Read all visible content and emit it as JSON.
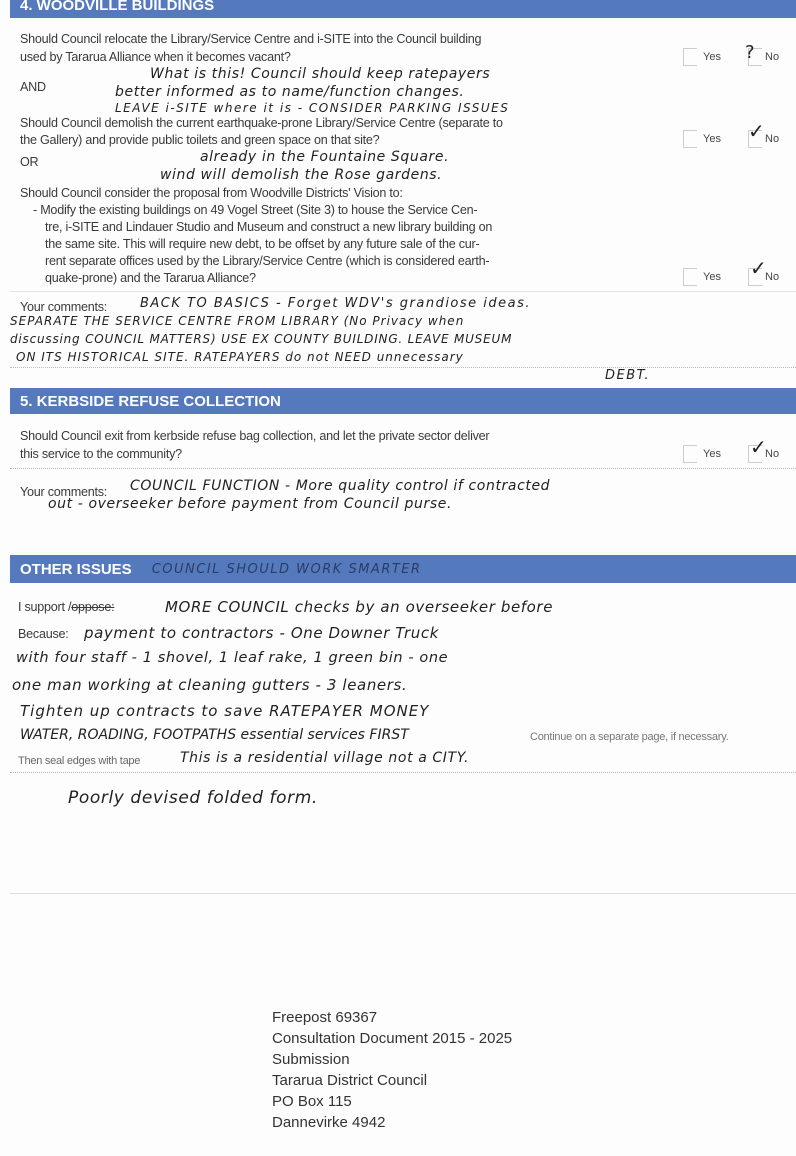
{
  "section4": {
    "title": "4. WOODVILLE BUILDINGS",
    "q1": [
      "Should Council relocate the Library/Service Centre and i-SITE into the Council building",
      "used by Tararua Alliance when it becomes vacant?"
    ],
    "and": "AND",
    "q2": [
      "Should Council demolish the current earthquake-prone Library/Service Centre (separate to",
      "the Gallery) and provide public toilets and green space on that site?"
    ],
    "or": "OR",
    "q3_intro": "Should Council consider the proposal from Woodville Districts' Vision to:",
    "q3": [
      "- Modify the existing buildings on 49 Vogel Street (Site 3) to house the Service Cen-",
      "tre, i-SITE and Lindauer Studio and Museum and construct a new library building on",
      "the same site. This will require new debt, to be offset by any future sale of the cur-",
      "rent separate offices used by the Library/Service Centre (which is considered earth-",
      "quake-prone) and the Tararua Alliance?"
    ],
    "yes": "Yes",
    "no": "No",
    "q1_mark": "?",
    "tick": "✓",
    "hw_q1": [
      "What is this! Council should keep ratepayers",
      "better informed as to name/function changes.",
      "LEAVE i-SITE where it is - CONSIDER PARKING ISSUES"
    ],
    "hw_q2": [
      "already in the Fountaine Square.",
      "wind will demolish the Rose gardens."
    ],
    "comments_label": "Your comments:",
    "comments": [
      "BACK TO BASICS - Forget WDV's grandiose ideas.",
      "SEPARATE THE SERVICE CENTRE FROM LIBRARY (No Privacy when",
      "discussing COUNCIL MATTERS) USE EX COUNTY BUILDING. LEAVE MUSEUM",
      "ON ITS HISTORICAL SITE. RATEPAYERS do not NEED unnecessary",
      "DEBT."
    ]
  },
  "section5": {
    "title": "5. KERBSIDE REFUSE COLLECTION",
    "q": [
      "Should Council exit from kerbside refuse bag collection, and let the private sector deliver",
      "this service to the community?"
    ],
    "comments_label": "Your comments:",
    "comments": [
      "COUNCIL FUNCTION - More quality control if contracted",
      "out - overseeker before payment from Council purse."
    ]
  },
  "other": {
    "title": "OTHER ISSUES",
    "hw_title": "COUNCIL SHOULD WORK SMARTER",
    "support_label": "I support /",
    "oppose_label": "oppose:",
    "because_label": "Because:",
    "lines": [
      "MORE COUNCIL checks by an overseeker before",
      "payment to contractors - One Downer Truck",
      "with four staff - 1 shovel, 1 leaf rake, 1 green bin - one",
      "one man working at cleaning gutters - 3 leaners.",
      "Tighten up contracts to save RATEPAYER MONEY",
      "WATER, ROADING, FOOTPATHS essential services FIRST",
      "This is a residential village not a CITY."
    ],
    "continue_note": "Continue on a separate page, if necessary.",
    "seal_note": "Then seal edges with tape",
    "footer_note": "Poorly devised folded form."
  },
  "address": [
    "Freepost 69367",
    "Consultation Document 2015 - 2025",
    "Submission",
    "Tararua District Council",
    "PO Box 115",
    "Dannevirke 4942"
  ]
}
